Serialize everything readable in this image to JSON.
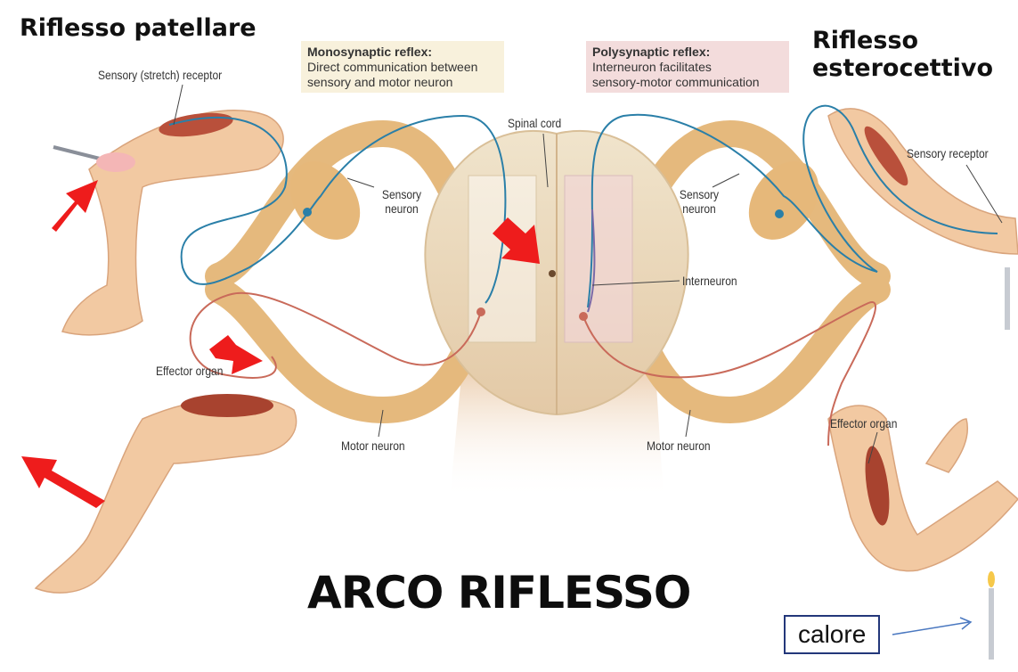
{
  "title": "ARCO RIFLESSO",
  "left_heading": "Riflesso patellare",
  "right_heading": "Riflesso\nesterocettivo",
  "mono_box": {
    "title": "Monosynaptic reflex:",
    "desc": "Direct communication between\nsensory and motor neuron"
  },
  "poly_box": {
    "title": "Polysynaptic reflex:",
    "desc": "Interneuron facilitates\nsensory-motor communication"
  },
  "labels": {
    "sensory_stretch_receptor": "Sensory (stretch) receptor",
    "spinal_cord": "Spinal cord",
    "sensory_neuron_left": "Sensory\nneuron",
    "sensory_neuron_right": "Sensory\nneuron",
    "interneuron": "Interneuron",
    "effector_organ_left": "Effector organ",
    "effector_organ_right": "Effector organ",
    "motor_neuron_left": "Motor neuron",
    "motor_neuron_right": "Motor neuron",
    "sensory_receptor": "Sensory receptor"
  },
  "calore": "calore",
  "colors": {
    "sensory_neuron": "#2a7fa8",
    "motor_neuron": "#c96a5a",
    "interneuron": "#7a6aa8",
    "arrow": "#ee1c1c",
    "mono_box_bg": "#f8f1dc",
    "poly_box_bg": "#f3dcdc",
    "nerve": "#e8bf85",
    "skin": "#f2c9a2"
  }
}
